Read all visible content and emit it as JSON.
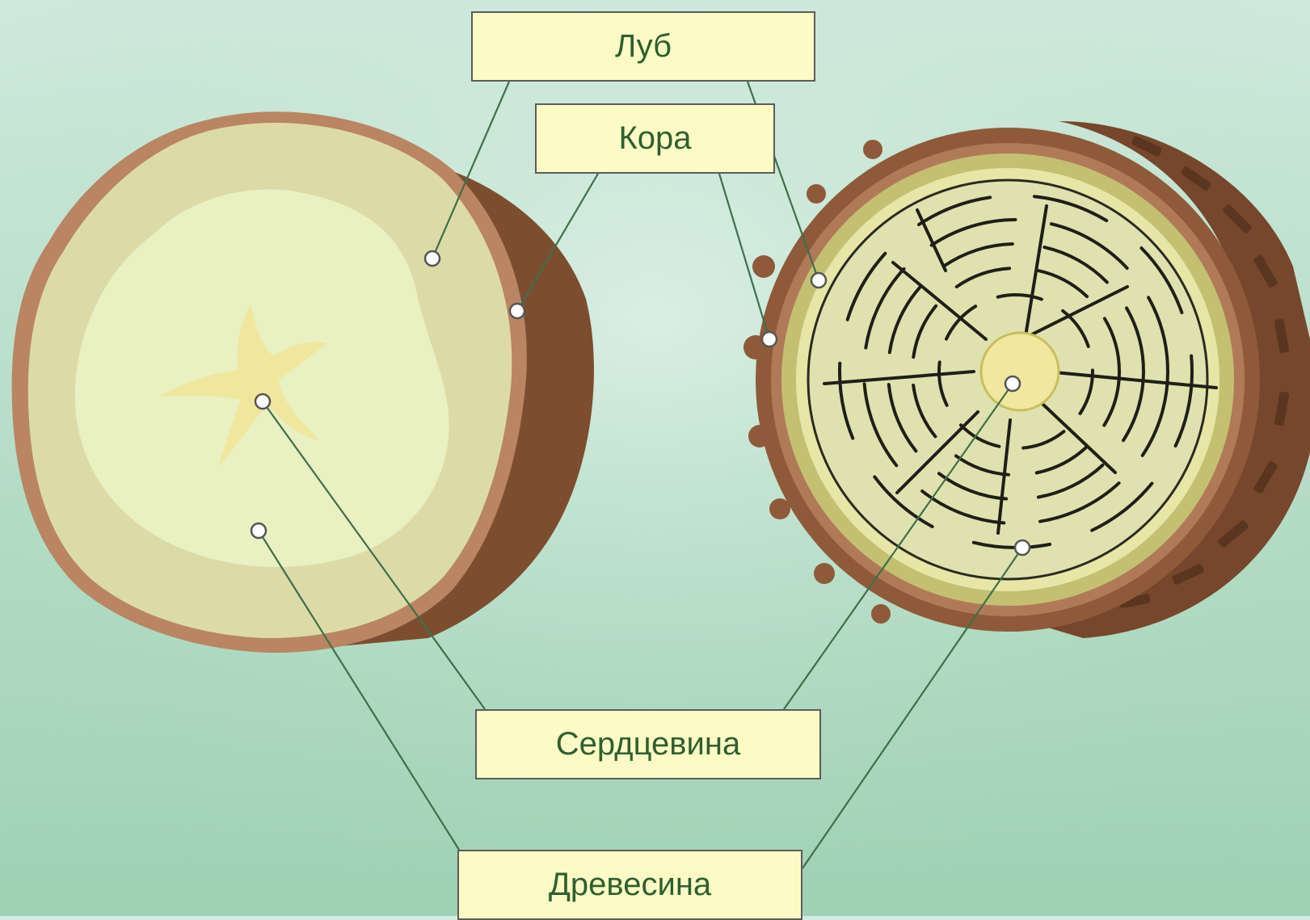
{
  "labels": {
    "lub": "Луб",
    "kora": "Кора",
    "serdcevina": "Сердцевина",
    "drevesina": "Древесина"
  },
  "colors": {
    "background_top": "#d4ece1",
    "background_bottom": "#9fd1b3",
    "label_fill": "#fdfbc5",
    "label_text": "#2f5f2f",
    "bark": "#8a5a3b",
    "bark_light": "#c08a66",
    "wood": "#dde3ad",
    "pith": "#f2e9a1",
    "leader_line": "#3f6f4a"
  }
}
